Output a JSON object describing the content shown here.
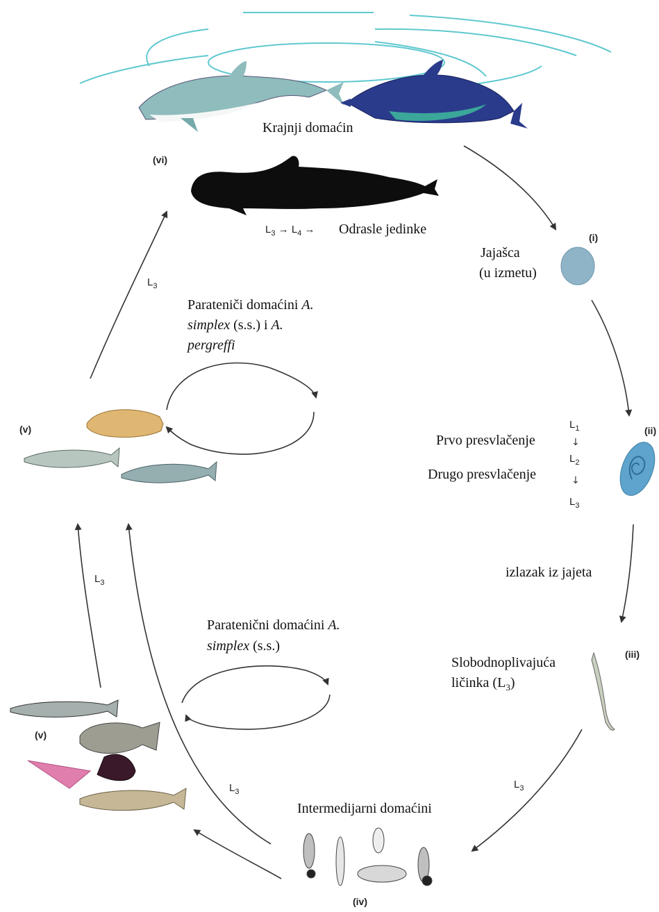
{
  "final_host": {
    "label": "Krajnji domaćin"
  },
  "adults": {
    "l3": "L",
    "l3_sub": "3",
    "l4": "L",
    "l4_sub": "4",
    "label": "Odrasle jedinke"
  },
  "eggs": {
    "line1": "Jajašca",
    "line2": "(u izmetu)"
  },
  "molts": {
    "first": "Prvo presvlačenje",
    "second": "Drugo presvlačenje",
    "l1": "L",
    "l1_sub": "1",
    "l2": "L",
    "l2_sub": "2",
    "l3": "L",
    "l3_sub": "3"
  },
  "hatching": {
    "label": "izlazak iz jajeta"
  },
  "free_larva": {
    "line1": "Slobodnoplivajuća",
    "line2": "ličinka (L",
    "line2_sub": "3",
    "line2_end": ")"
  },
  "intermediate_hosts": {
    "label": "Intermedijarni domaćini"
  },
  "paratenic_upper": {
    "prefix": "Parateniči domaćini ",
    "a1": "A.",
    "simplex": "simplex",
    "mid": " (s.s.) i ",
    "a2": "A.",
    "pergreffi": "pergreffi"
  },
  "paratenic_lower": {
    "prefix": "Paratenični domaćini ",
    "a": "A.",
    "simplex": "simplex",
    "ss": " (s.s.)"
  },
  "stage_labels": {
    "i": "(i)",
    "ii": "(ii)",
    "iii": "(iii)",
    "iv": "(iv)",
    "v_upper": "(v)",
    "v_lower": "(v)",
    "vi": "(vi)"
  },
  "l3_arrow_labels": {
    "upper_left": "L",
    "lower_left": "L",
    "lower_mid": "L",
    "lower_right": "L",
    "sub": "3"
  },
  "colors": {
    "water_lines": "#5fc8cf",
    "dolphin_left": "#8fbcbc",
    "dolphin_right": "#2a3b8c",
    "whale": "#0d0d0d",
    "egg": "#8fb4c8",
    "arrow": "#333333"
  }
}
